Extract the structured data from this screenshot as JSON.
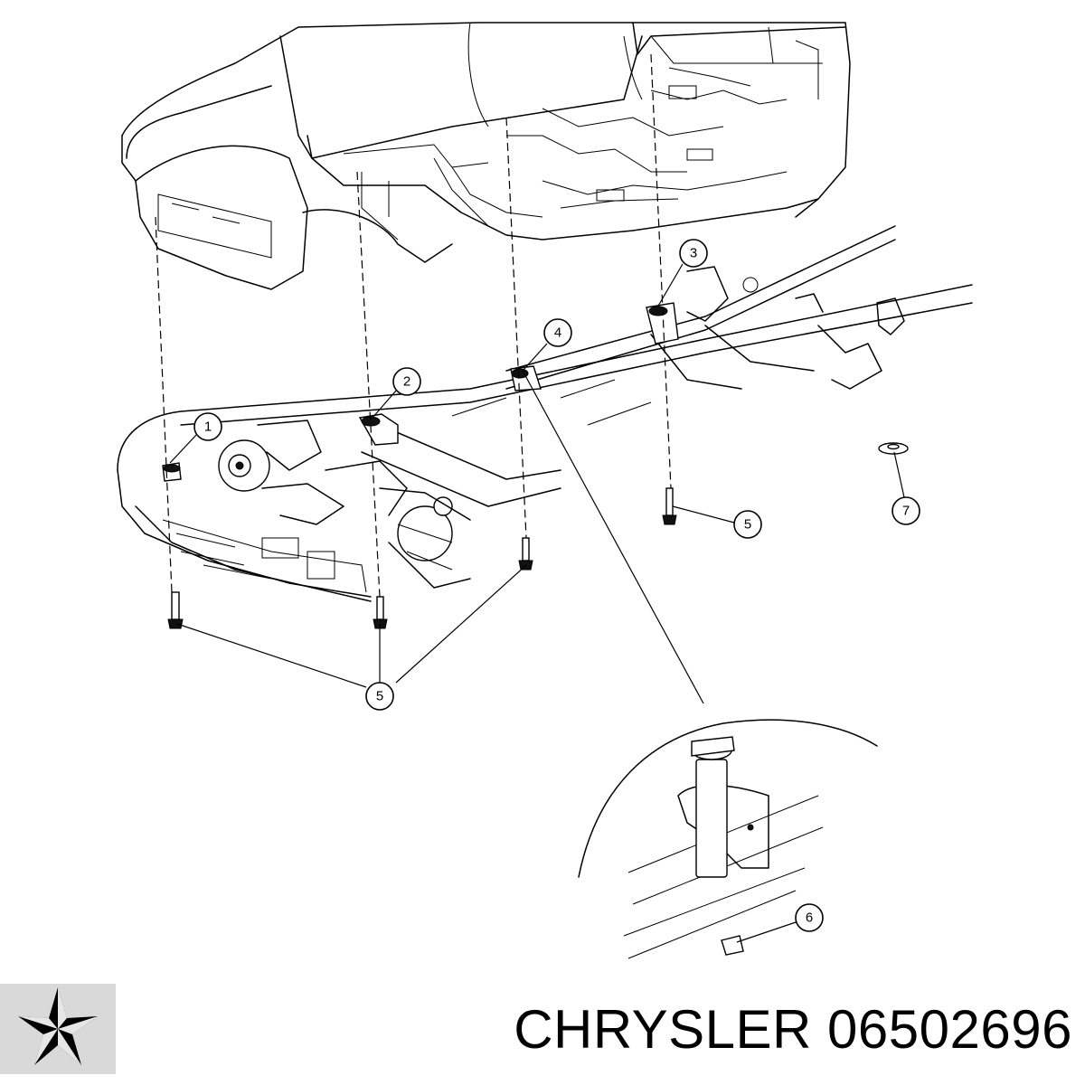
{
  "callouts": [
    {
      "id": "1",
      "label": "1"
    },
    {
      "id": "2",
      "label": "2"
    },
    {
      "id": "3",
      "label": "3"
    },
    {
      "id": "4",
      "label": "4"
    },
    {
      "id": "5a",
      "label": "5"
    },
    {
      "id": "5b",
      "label": "5"
    },
    {
      "id": "6",
      "label": "6"
    },
    {
      "id": "7",
      "label": "7"
    }
  ],
  "footer": {
    "brand": "CHRYSLER",
    "part_number": "06502696",
    "logo_icon": "pentastar-icon"
  }
}
